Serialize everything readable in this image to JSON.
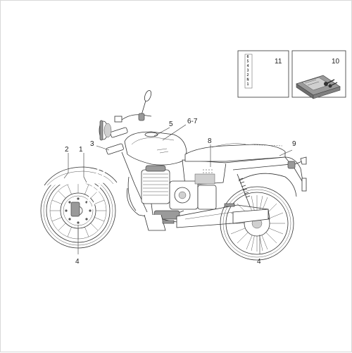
{
  "callouts": {
    "c1": "1",
    "c2": "2",
    "c3": "3",
    "c4_front": "4",
    "c4_rear": "4",
    "c5": "5",
    "c6_7": "6-7",
    "c8": "8",
    "c9": "9",
    "c10": "10",
    "c11": "11"
  },
  "gear_sticker": [
    "6",
    "5",
    "4",
    "3",
    "2",
    "N",
    "1"
  ]
}
